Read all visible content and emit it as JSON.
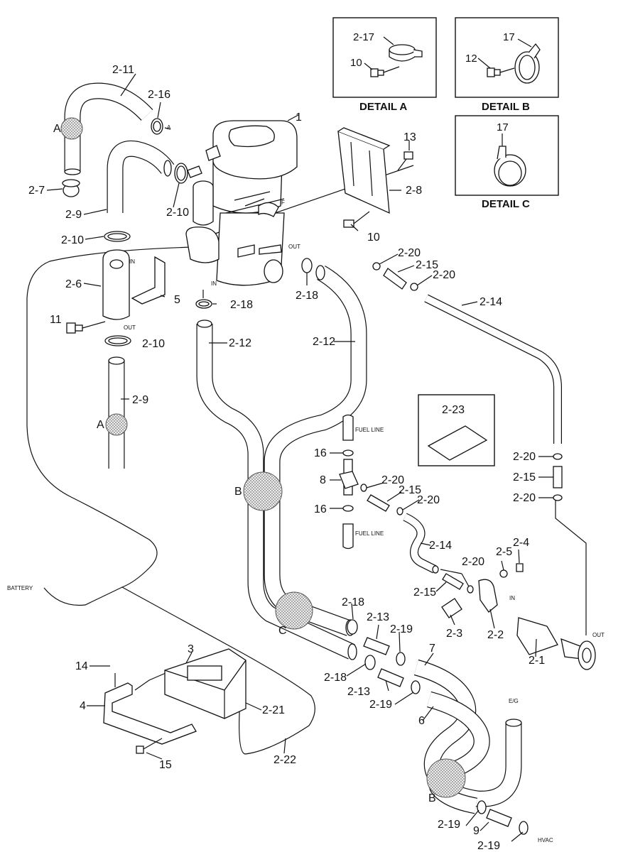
{
  "details": [
    {
      "id": "detail-a",
      "title": "DETAIL A",
      "callouts": [
        "2-17",
        "10"
      ]
    },
    {
      "id": "detail-b",
      "title": "DETAIL B",
      "callouts": [
        "17",
        "12"
      ]
    },
    {
      "id": "detail-c",
      "title": "DETAIL C",
      "callouts": [
        "17"
      ]
    }
  ],
  "callouts": {
    "c1": "1",
    "c2_11": "2-11",
    "c2_16": "2-16",
    "c2_7": "2-7",
    "c2_9a": "2-9",
    "c2_10a": "2-10",
    "c2_10b": "2-10",
    "c2_10c": "2-10",
    "c13": "13",
    "c2_8": "2-8",
    "c10": "10",
    "c2_6": "2-6",
    "c5": "5",
    "c11": "11",
    "c2_18a": "2-18",
    "c2_18b": "2-18",
    "c2_20a": "2-20",
    "c2_15a": "2-15",
    "c2_20b": "2-20",
    "c2_14a": "2-14",
    "c2_12a": "2-12",
    "c2_12b": "2-12",
    "c2_9b": "2-9",
    "c2_23": "2-23",
    "c2_20c": "2-20",
    "c2_15b": "2-15",
    "c2_20d": "2-20",
    "c16a": "16",
    "c8": "8",
    "c2_20e": "2-20",
    "c2_15c": "2-15",
    "c2_20f": "2-20",
    "c16b": "16",
    "c2_14b": "2-14",
    "c2_5": "2-5",
    "c2_4": "2-4",
    "c2_20g": "2-20",
    "c2_15d": "2-15",
    "c2_3": "2-3",
    "c2_2": "2-2",
    "c2_1": "2-1",
    "c2_18c": "2-18",
    "c2_13a": "2-13",
    "c2_19a": "2-19",
    "c2_18d": "2-18",
    "c2_13b": "2-13",
    "c2_19b": "2-19",
    "c7": "7",
    "c6": "6",
    "c3": "3",
    "c14": "14",
    "c4": "4",
    "c2_21": "2-21",
    "c2_22": "2-22",
    "c15": "15",
    "c2_19c": "2-19",
    "c9": "9",
    "c2_19d": "2-19"
  },
  "markers": {
    "a1": "A",
    "a2": "A",
    "b1": "B",
    "b2": "B",
    "c1": "C"
  },
  "small_labels": {
    "in1": "IN",
    "out1": "OUT",
    "in2": "IN",
    "out2": "OUT",
    "in3": "IN",
    "out3": "OUT",
    "f": "F",
    "a_arrow": "A",
    "fuel1": "FUEL LINE",
    "fuel2": "FUEL LINE",
    "battery": "BATTERY",
    "eg": "E/G",
    "hvac": "HVAC"
  }
}
